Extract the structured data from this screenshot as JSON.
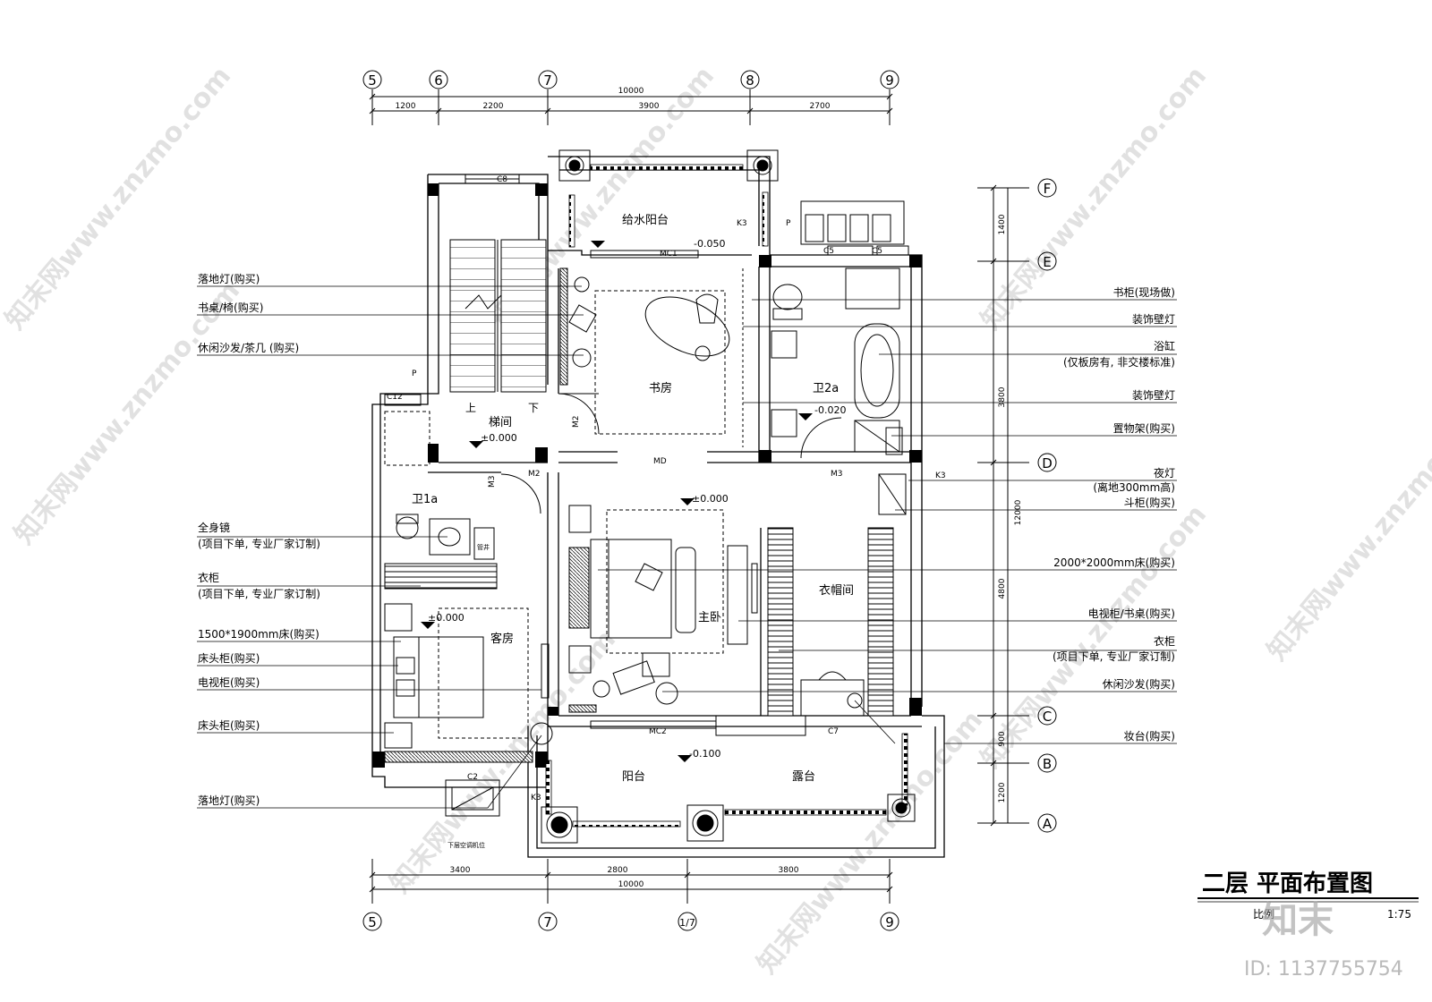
{
  "title": {
    "main": "二层 平面布置图",
    "scale_prefix": "比例",
    "scale": "1:75"
  },
  "axes": {
    "top": [
      "5",
      "6",
      "7",
      "8",
      "9"
    ],
    "bottom": [
      "5",
      "7",
      "1/7",
      "9"
    ],
    "right": [
      "F",
      "E",
      "D",
      "C",
      "B",
      "A"
    ]
  },
  "dimensions": {
    "top_total": "10000",
    "top": [
      "1200",
      "2200",
      "3900",
      "2700"
    ],
    "bottom_total": "10000",
    "bottom": [
      "3400",
      "2800",
      "3800"
    ],
    "right_total": "12000",
    "right": [
      "1400",
      "3800",
      "4800",
      "900",
      "1200"
    ]
  },
  "rooms": {
    "water_balcony": "给水阳台",
    "study": "书房",
    "stair": "梯间",
    "stair_up": "上",
    "stair_down": "下",
    "bath2a": "卫2a",
    "bath1a": "卫1a",
    "master": "主卧",
    "closet": "衣帽间",
    "guest": "客房",
    "balcony": "阳台",
    "terrace": "露台",
    "below_ac": "下层空调机位",
    "pipe_label": "管井"
  },
  "levels": {
    "water_balcony": "-0.050",
    "stair": "±0.000",
    "bath2a": "-0.020",
    "master": "±0.000",
    "guest": "±0.000",
    "balcony": "-0.100"
  },
  "codes": {
    "c8": "C8",
    "c5a": "C5",
    "c5b": "C5",
    "k3a": "K3",
    "k3b": "K3",
    "k3c": "K3",
    "p1": "P",
    "p2": "P",
    "mc1": "MC1",
    "mc2": "MC2",
    "m2a": "M2",
    "m2b": "M2",
    "m3a": "M3",
    "m3b": "M3",
    "c12": "C12",
    "c2": "C2",
    "c7": "C7",
    "md": "MD"
  },
  "left_labels": [
    {
      "line1": "落地灯(购买)",
      "line2": ""
    },
    {
      "line1": "书桌/椅(购买)",
      "line2": ""
    },
    {
      "line1": "休闲沙发/茶几 (购买)",
      "line2": ""
    },
    {
      "line1": "全身镜",
      "line2": "(项目下单, 专业厂家订制)"
    },
    {
      "line1": "衣柜",
      "line2": "(项目下单, 专业厂家订制)"
    },
    {
      "line1": "1500*1900mm床(购买)",
      "line2": ""
    },
    {
      "line1": "床头柜(购买)",
      "line2": ""
    },
    {
      "line1": "电视柜(购买)",
      "line2": ""
    },
    {
      "line1": "床头柜(购买)",
      "line2": ""
    },
    {
      "line1": "落地灯(购买)",
      "line2": ""
    }
  ],
  "right_labels": [
    {
      "line1": "书柜(现场做)",
      "line2": ""
    },
    {
      "line1": "装饰壁灯",
      "line2": ""
    },
    {
      "line1": "浴缸",
      "line2": "(仅板房有, 非交楼标准)"
    },
    {
      "line1": "装饰壁灯",
      "line2": ""
    },
    {
      "line1": "置物架(购买)",
      "line2": ""
    },
    {
      "line1": "夜灯",
      "line2": "(离地300mm高)"
    },
    {
      "line1": "斗柜(购买)",
      "line2": ""
    },
    {
      "line1": "2000*2000mm床(购买)",
      "line2": ""
    },
    {
      "line1": "电视柜/书桌(购买)",
      "line2": ""
    },
    {
      "line1": "衣柜",
      "line2": "(项目下单, 专业厂家订制)"
    },
    {
      "line1": "休闲沙发(购买)",
      "line2": ""
    },
    {
      "line1": "妆台(购买)",
      "line2": ""
    }
  ],
  "watermark": {
    "site": "知末网www.znzmo.com",
    "brand": "知末",
    "id": "ID: 1137755754"
  }
}
